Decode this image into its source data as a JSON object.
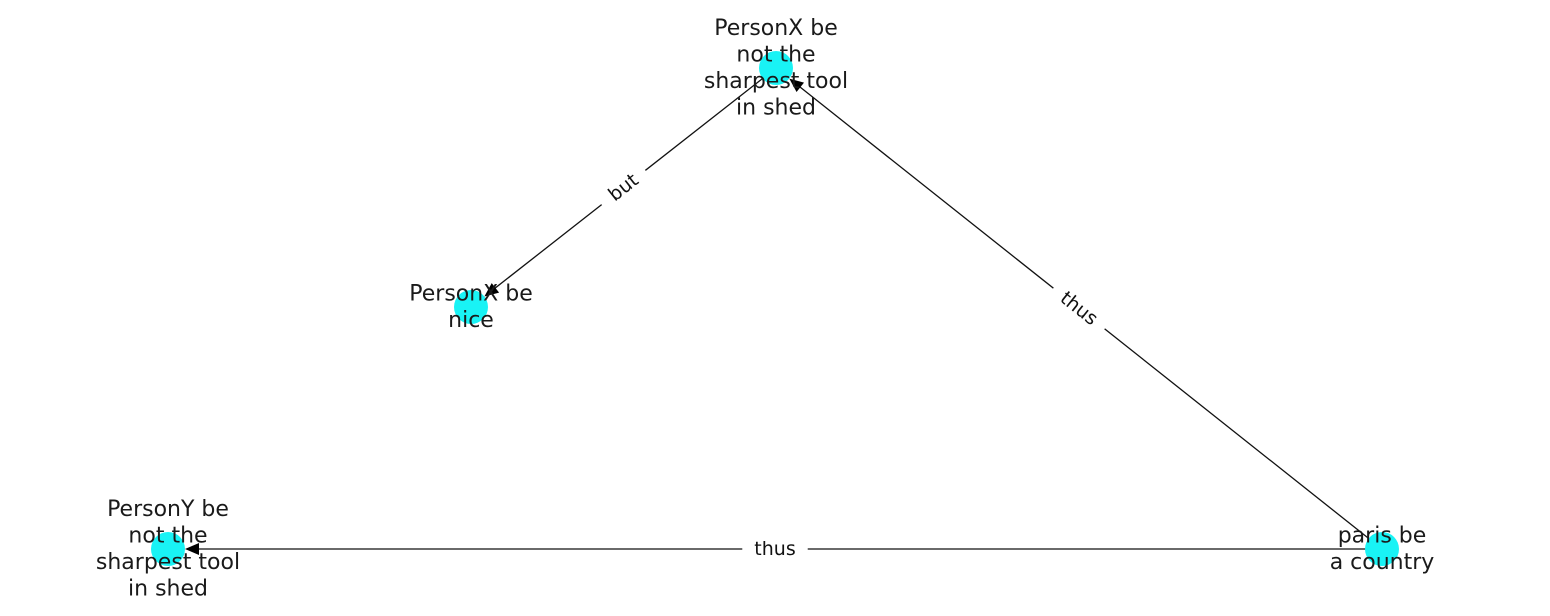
{
  "colors": {
    "node_fill": "#19f3f5",
    "edge": "#111111",
    "text": "#1a1a1a",
    "background": "#ffffff"
  },
  "nodes": [
    {
      "id": "n_top",
      "lines": [
        "PersonX be",
        "not the",
        "sharpest tool",
        "in shed"
      ]
    },
    {
      "id": "n_nice",
      "lines": [
        "PersonX be",
        "nice"
      ]
    },
    {
      "id": "n_paris",
      "lines": [
        "paris be",
        "a country"
      ]
    },
    {
      "id": "n_persony",
      "lines": [
        "PersonY be",
        "not the",
        "sharpest tool",
        "in shed"
      ]
    }
  ],
  "edges": [
    {
      "from": "n_top",
      "to": "n_nice",
      "label": "but"
    },
    {
      "from": "n_paris",
      "to": "n_top",
      "label": "thus"
    },
    {
      "from": "n_paris",
      "to": "n_persony",
      "label": "thus"
    }
  ]
}
